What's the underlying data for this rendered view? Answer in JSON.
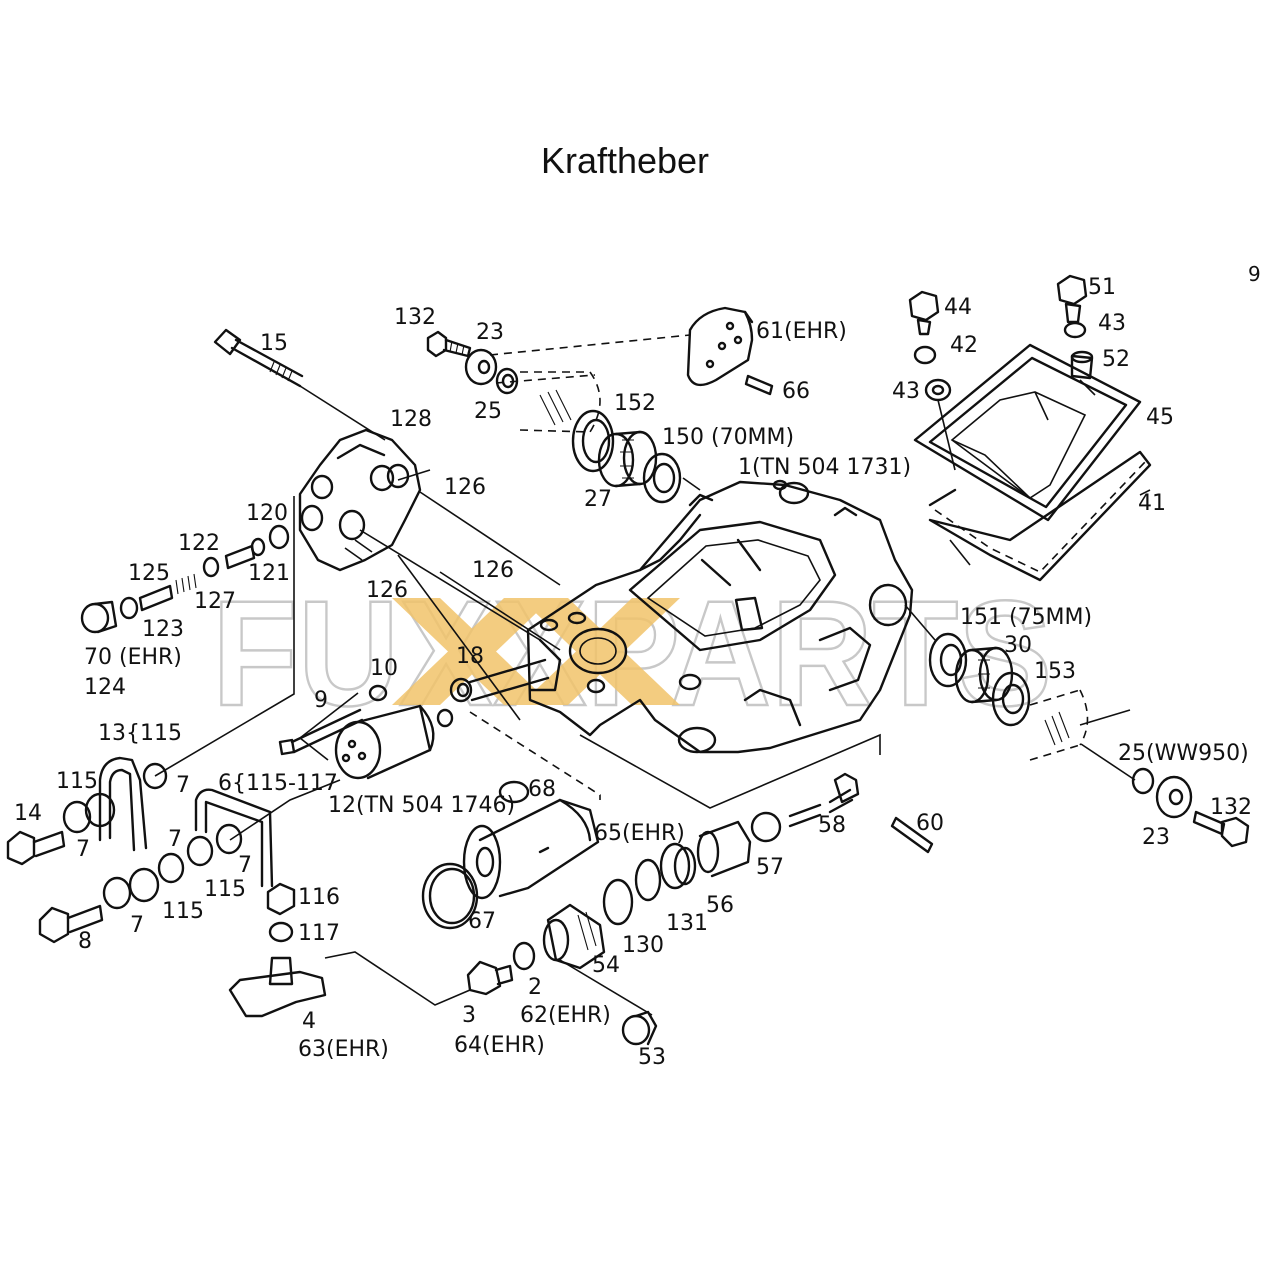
{
  "title": "Kraftheber",
  "page_mark": "9",
  "watermark": "FUXXPARTS",
  "callouts": {
    "l1": "1(TN 504 1731)",
    "l2": "2",
    "l3": "3",
    "l4": "4",
    "l7a": "7",
    "l7b": "7",
    "l7c": "7",
    "l7d": "7",
    "l7e": "7",
    "l8": "8",
    "l9": "9",
    "l10": "10",
    "l12": "12(TN 504 1746)",
    "l13": "13{115",
    "l14": "14",
    "l15": "15",
    "l18": "18",
    "l23a": "23",
    "l23b": "23",
    "l25a": "25",
    "l25b": "25(WW950)",
    "l27": "27",
    "l30": "30",
    "l41": "41",
    "l42": "42",
    "l43a": "43",
    "l43b": "43",
    "l44": "44",
    "l45": "45",
    "l51": "51",
    "l52": "52",
    "l53": "53",
    "l54": "54",
    "l56": "56",
    "l57": "57",
    "l58": "58",
    "l60": "60",
    "l61": "61(EHR)",
    "l62": "62(EHR)",
    "l63": "63(EHR)",
    "l64": "64(EHR)",
    "l65": "65(EHR)",
    "l66": "66",
    "l67": "67",
    "l68": "68",
    "l6": "6{115-117",
    "l70": "70 (EHR)",
    "l115a": "115",
    "l115b": "115",
    "l115c": "115",
    "l116": "116",
    "l117": "117",
    "l120": "120",
    "l121": "121",
    "l122": "122",
    "l123": "123",
    "l124": "124",
    "l125": "125",
    "l126a": "126",
    "l126b": "126",
    "l126c": "126",
    "l127": "127",
    "l128": "128",
    "l130": "130",
    "l131": "131",
    "l132a": "132",
    "l132b": "132",
    "l150": "150 (70MM)",
    "l151": "151 (75MM)",
    "l152": "152",
    "l153": "153"
  }
}
